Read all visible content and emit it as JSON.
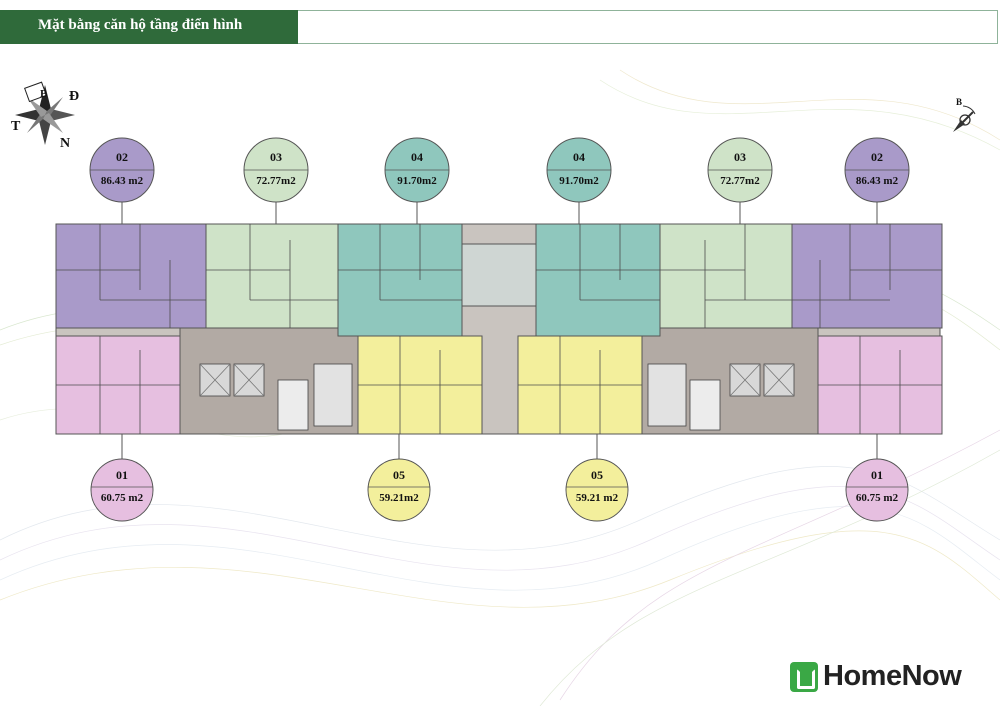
{
  "header": {
    "title": "Mặt bằng căn hộ tầng điển hình"
  },
  "compass_left": {
    "n": "B",
    "e": "Đ",
    "w": "T",
    "s": "N"
  },
  "compass_right": {
    "n": "B"
  },
  "units_top": [
    {
      "code": "02",
      "area": "86.43 m2",
      "color": "#a99ac9"
    },
    {
      "code": "03",
      "area": "72.77m2",
      "color": "#cfe3c8"
    },
    {
      "code": "04",
      "area": "91.70m2",
      "color": "#8fc7bd"
    },
    {
      "code": "04",
      "area": "91.70m2",
      "color": "#8fc7bd"
    },
    {
      "code": "03",
      "area": "72.77m2",
      "color": "#cfe3c8"
    },
    {
      "code": "02",
      "area": "86.43 m2",
      "color": "#a99ac9"
    }
  ],
  "units_bottom": [
    {
      "code": "01",
      "area": "60.75 m2",
      "color": "#e6bfe0"
    },
    {
      "code": "05",
      "area": "59.21m2",
      "color": "#f3ef9c"
    },
    {
      "code": "05",
      "area": "59.21 m2",
      "color": "#f3ef9c"
    },
    {
      "code": "01",
      "area": "60.75 m2",
      "color": "#e6bfe0"
    }
  ],
  "colors": {
    "purple": "#a99ac9",
    "light_green": "#cfe3c8",
    "teal": "#8fc7bd",
    "pink": "#e6bfe0",
    "yellow": "#f3ef9c",
    "core": "#b2aaa4",
    "header": "#2f6a3a"
  },
  "brand": {
    "name": "HomeNow",
    "color": "#3aa845"
  }
}
